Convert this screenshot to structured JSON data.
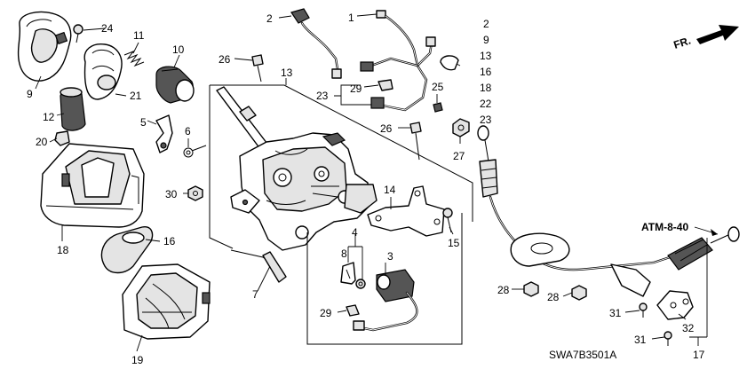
{
  "diagram": {
    "front_marker": "FR.",
    "reference_code": "ATM-8-40",
    "drawing_id": "SWA7B3501A",
    "parts": {
      "p1": "1",
      "p2a": "2",
      "p2b": "2",
      "p3": "3",
      "p4": "4",
      "p5": "5",
      "p6": "6",
      "p7": "7",
      "p8": "8",
      "p9a": "9",
      "p9b": "9",
      "p10": "10",
      "p11": "11",
      "p12": "12",
      "p13a": "13",
      "p13b": "13",
      "p14": "14",
      "p15": "15",
      "p16a": "16",
      "p16b": "16",
      "p17": "17",
      "p18a": "18",
      "p18b": "18",
      "p19": "19",
      "p20": "20",
      "p21": "21",
      "p22": "22",
      "p23a": "23",
      "p23b": "23",
      "p24": "24",
      "p25": "25",
      "p26a": "26",
      "p26b": "26",
      "p27": "27",
      "p28a": "28",
      "p28b": "28",
      "p29a": "29",
      "p29b": "29",
      "p30": "30",
      "p31a": "31",
      "p31b": "31",
      "p32": "32"
    }
  }
}
